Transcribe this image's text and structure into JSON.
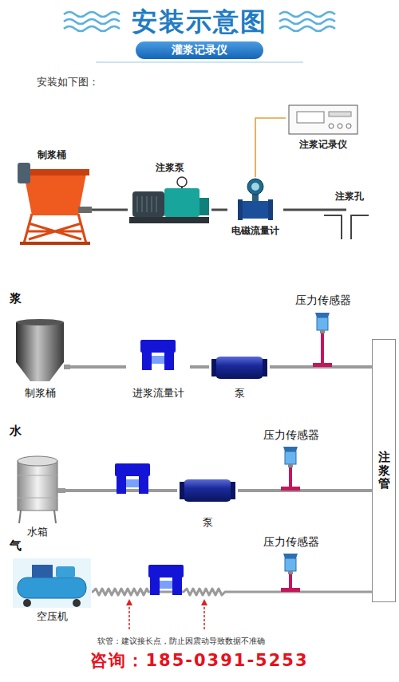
{
  "diagram": {
    "title": "安装示意图",
    "nodes": [
      {
        "text": [
          "灌浆记录仪"
        ]
      },
      {
        "text": [
          "注浆记录仪"
        ]
      },
      {
        "text": [
          "制浆桶"
        ]
      },
      {
        "text": [
          "注浆泵"
        ]
      },
      {
        "text": [
          "注浆孔"
        ]
      },
      {
        "text": [
          "电磁流量计"
        ]
      },
      {
        "text": [
          "压力传感器"
        ]
      },
      {
        "text": [
          "注浆管"
        ]
      },
      {
        "text": [
          "制浆桶"
        ]
      },
      {
        "text": [
          "进浆流量计"
        ]
      },
      {
        "text": [
          "泵"
        ]
      },
      {
        "text": [
          "压力传感器"
        ]
      },
      {
        "text": [
          "水箱"
        ]
      },
      {
        "text": [
          "泵"
        ]
      },
      {
        "text": [
          "压力传感器"
        ]
      },
      {
        "text": [
          "空压机"
        ]
      }
    ],
    "edges": [
      {
        "from": 2,
        "to": 3,
        "arrow": "none"
      },
      {
        "from": 3,
        "to": 5,
        "arrow": "none"
      },
      {
        "from": 5,
        "to": 4,
        "arrow": "none"
      },
      {
        "from": 5,
        "to": 1,
        "arrow": "none"
      },
      {
        "from": 8,
        "to": 9,
        "arrow": "none"
      },
      {
        "from": 9,
        "to": 10,
        "arrow": "none"
      },
      {
        "from": 10,
        "to": 7,
        "arrow": "none"
      },
      {
        "from": 12,
        "to": 13,
        "arrow": "none"
      },
      {
        "from": 13,
        "to": 7,
        "arrow": "none"
      },
      {
        "from": 15,
        "to": 7,
        "arrow": "none"
      }
    ],
    "labels": [
      "安装如下图：",
      "浆",
      "水",
      "气",
      "软管：建议接长点，防止因震动导致数据不准确",
      "咨询：185-0391-5253"
    ]
  }
}
